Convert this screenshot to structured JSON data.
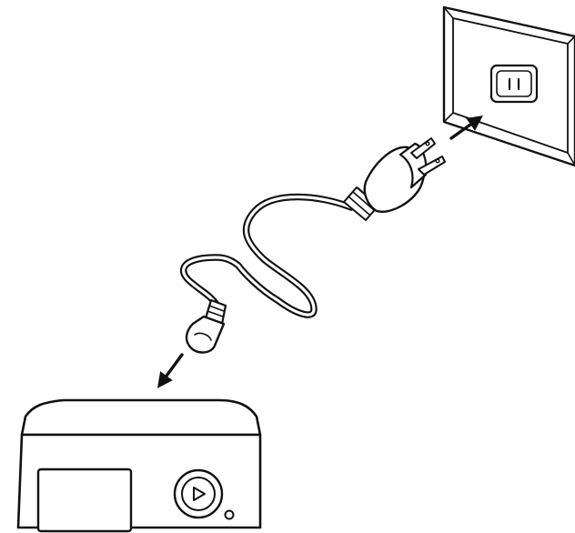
{
  "diagram": {
    "type": "power-connection-illustration",
    "components": [
      {
        "id": "wall-outlet",
        "icon": "wall-outlet-icon"
      },
      {
        "id": "power-cord",
        "icon": "power-cord-icon"
      },
      {
        "id": "us-plug",
        "icon": "us-plug-icon"
      },
      {
        "id": "iec-connector",
        "icon": "iec-c7-connector-icon"
      },
      {
        "id": "audio-device",
        "icon": "audio-device-icon"
      }
    ],
    "arrows": [
      {
        "from": "us-plug",
        "to": "wall-outlet",
        "icon": "arrow-to-outlet-icon"
      },
      {
        "from": "iec-connector",
        "to": "audio-device",
        "icon": "arrow-to-device-icon"
      }
    ],
    "colors": {
      "line": "#111111",
      "background": "#ffffff"
    }
  }
}
